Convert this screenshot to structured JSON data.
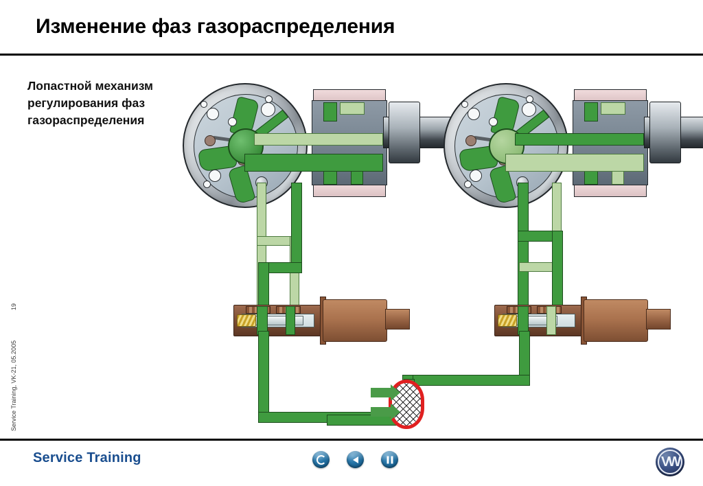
{
  "slide": {
    "title": "Изменение фаз газораспределения",
    "caption": "Лопастной механизм регулирования фаз газораспределения",
    "page_number": "19",
    "credit": "Service Training, VK-21, 05.2005"
  },
  "footer": {
    "brand": "Service Training",
    "controls": [
      {
        "name": "replay-button",
        "label": "replay-icon"
      },
      {
        "name": "previous-button",
        "label": "previous-icon"
      },
      {
        "name": "pause-button",
        "label": "pause-icon"
      }
    ],
    "logo_text": "VW"
  },
  "diagram": {
    "type": "vane-type camshaft phase adjuster hydraulic schematic",
    "units": [
      {
        "id": "left-unit",
        "state": "advance position",
        "components": [
          "vane-rotor-disc",
          "camshaft-adjuster-housing",
          "camshaft-end",
          "oil-control-valve",
          "solenoid-coil"
        ]
      },
      {
        "id": "right-unit",
        "state": "retard position",
        "components": [
          "vane-rotor-disc",
          "camshaft-adjuster-housing",
          "camshaft-end",
          "oil-control-valve",
          "solenoid-coil"
        ]
      }
    ],
    "oil_supply": {
      "element": "oil-filter-strainer",
      "highlight_color": "#e02020",
      "feed_arrows": 2
    },
    "colors": {
      "pressurised_oil": "#3f9b3f",
      "return_oil": "#bcd7a6",
      "valve_body": "#7d4e34",
      "metal": "#8e9aa6",
      "highlight": "#e02020",
      "brand_blue": "#1a4e8f"
    }
  }
}
